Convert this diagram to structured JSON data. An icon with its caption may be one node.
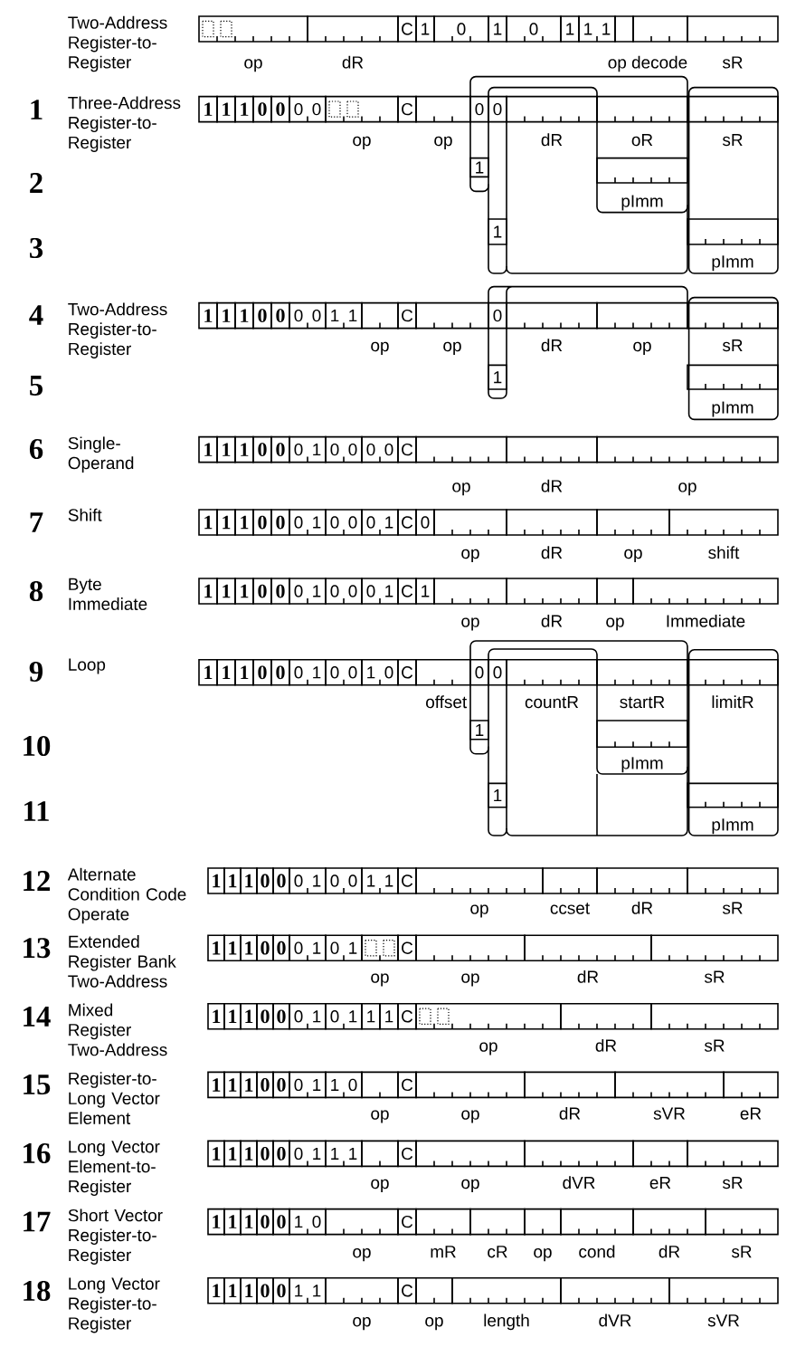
{
  "diagram": {
    "nodes": [
      {
        "text": [
          "C",
          "1",
          "0",
          "1",
          "0",
          "1",
          "1",
          "1"
        ],
        "beside": [
          "Two-Address Register-to-Register",
          "op",
          "dR",
          "op decode",
          "sR"
        ]
      },
      {
        "text": [
          "1",
          "1",
          "1",
          "0",
          "0",
          "0",
          "0",
          "C",
          "0",
          "0"
        ],
        "beside": [
          "Three-Address Register-to-Register",
          "op",
          "op",
          "dR",
          "sR"
        ]
      },
      {
        "text": [
          "1"
        ]
      },
      {
        "text": [],
        "shape": "box",
        "beside": [
          "pImm"
        ]
      },
      {
        "text": [
          "1"
        ]
      },
      {
        "text": [],
        "shape": "box",
        "beside": [
          "pImm"
        ]
      },
      {
        "text": [
          "1",
          "1",
          "1",
          "0",
          "0",
          "0",
          "0",
          "1",
          "1",
          "C",
          "0"
        ],
        "beside": [
          "Two-Address Register-to-Register",
          "op",
          "op",
          "dR",
          "op",
          "sR"
        ]
      },
      {
        "text": [
          "1"
        ]
      },
      {
        "text": [],
        "shape": "box",
        "beside": [
          "pImm"
        ]
      },
      {
        "text": [
          "1",
          "1",
          "1",
          "0",
          "0",
          "0",
          "1",
          "0",
          "0",
          "0",
          "0",
          "C"
        ],
        "beside": [
          "Single-Operand",
          "op",
          "dR",
          "op"
        ]
      },
      {
        "text": [
          "1",
          "1",
          "1",
          "0",
          "0",
          "0",
          "1",
          "0",
          "0",
          "0",
          "1",
          "C",
          "0"
        ],
        "beside": [
          "op",
          "dR",
          "op",
          "shift"
        ]
      },
      {
        "text": [
          "1",
          "1",
          "1",
          "0",
          "0",
          "0",
          "1",
          "0",
          "0",
          "0",
          "1",
          "C",
          "1"
        ],
        "beside": [
          "Byte Immediate",
          "op",
          "dR",
          "op",
          "Immediate"
        ]
      },
      {
        "text": [
          "1",
          "1",
          "1",
          "0",
          "0",
          "0",
          "1",
          "0",
          "0",
          "1",
          "0",
          "C",
          "0",
          "0"
        ],
        "beside": [
          "offset",
          "countR",
          "startR",
          "limitR"
        ]
      },
      {
        "text": [
          "1"
        ]
      },
      {
        "text": [],
        "shape": "box",
        "beside": [
          "pImm"
        ]
      },
      {
        "text": [
          "1"
        ]
      },
      {
        "text": [],
        "shape": "box",
        "beside": [
          "pImm"
        ]
      },
      {
        "text": [
          "1",
          "1",
          "1",
          "0",
          "0",
          "0",
          "1",
          "0",
          "0",
          "1",
          "1",
          "C"
        ],
        "beside": [
          "Alternate Condition Code Operate",
          "op",
          "ccset",
          "dR",
          "sR"
        ]
      },
      {
        "text": [
          "1",
          "1",
          "1",
          "0",
          "0",
          "0",
          "1",
          "0",
          "1",
          "C"
        ],
        "beside": [
          "Extended Register Bank Two-Address",
          "op",
          "op",
          "dR",
          "sR"
        ]
      },
      {
        "text": [
          "1",
          "1",
          "1",
          "0",
          "0",
          "0",
          "1",
          "0",
          "1",
          "1",
          "1",
          "C"
        ],
        "beside": [
          "Mixed Register Two-Address",
          "op",
          "dR",
          "sR"
        ]
      },
      {
        "text": [
          "1",
          "1",
          "1",
          "0",
          "0",
          "0",
          "1",
          "1",
          "0",
          "C"
        ],
        "beside": [
          "Register-to-Long Vector Element",
          "op",
          "op",
          "dR",
          "sVR",
          "eR"
        ]
      },
      {
        "text": [
          "1",
          "1",
          "1",
          "0",
          "0",
          "0",
          "1",
          "1",
          "1",
          "C"
        ],
        "beside": [
          "Long Vector Element-to-Register",
          "op",
          "op",
          "dVR",
          "eR",
          "sR"
        ]
      },
      {
        "text": [
          "1",
          "1",
          "1",
          "0",
          "0",
          "1",
          "0",
          "C"
        ],
        "beside": [
          "Short Vector Register-to-Register",
          "op",
          "mR",
          "cR",
          "op",
          "cond",
          "dR",
          "sR"
        ]
      },
      {
        "text": [
          "1",
          "1",
          "1",
          "0",
          "0",
          "1",
          "1",
          "C"
        ],
        "beside": [
          "Long Vector Register-to-Register",
          "op",
          "op",
          "length",
          "dVR",
          "sVR"
        ]
      }
    ],
    "labels": [
      "1",
      "oR",
      "2",
      "3",
      "4",
      "5",
      "6",
      "7",
      "Shift",
      "8",
      "9",
      "Loop",
      "10",
      "11",
      "12",
      "13",
      "14",
      "15",
      "16",
      "17",
      "18"
    ]
  }
}
